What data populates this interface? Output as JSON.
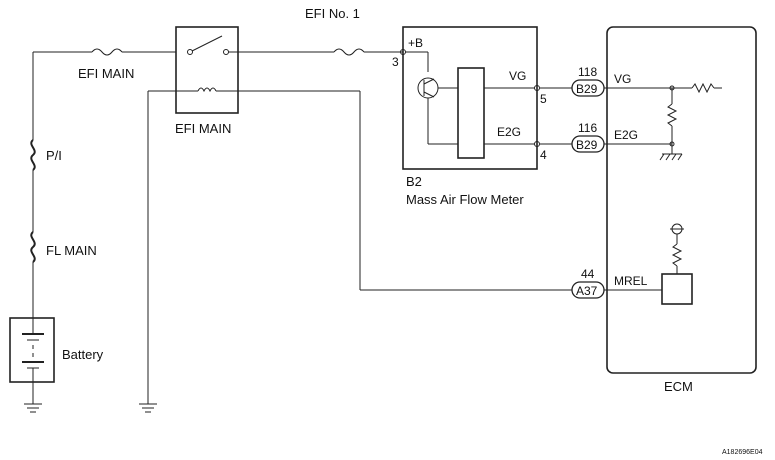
{
  "labels": {
    "efi_no1": "EFI No. 1",
    "efi_main_fuse": "EFI MAIN",
    "efi_main_relay": "EFI MAIN",
    "pi": "P/I",
    "fl_main": "FL MAIN",
    "battery": "Battery",
    "b2": "B2",
    "mass_air_flow_meter": "Mass Air Flow Meter",
    "ecm": "ECM",
    "figure_code": "A182696E04"
  },
  "meter": {
    "plus_b": "+B",
    "pin3": "3",
    "vg": "VG",
    "pin5": "5",
    "e2g": "E2G",
    "pin4": "4"
  },
  "ecm_pins": {
    "vg_num": "118",
    "vg_conn": "B29",
    "vg_name": "VG",
    "e2g_num": "116",
    "e2g_conn": "B29",
    "e2g_name": "E2G",
    "mrel_num": "44",
    "mrel_conn": "A37",
    "mrel_name": "MREL"
  }
}
